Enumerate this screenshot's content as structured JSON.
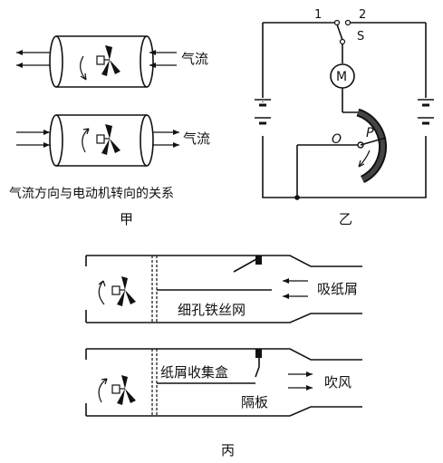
{
  "panel_jia": {
    "airflow_top": "气流",
    "airflow_bottom": "气流",
    "caption": "气流方向与电动机转向的关系",
    "label": "甲"
  },
  "panel_yi": {
    "switch_contact_1": "1",
    "switch_contact_2": "2",
    "switch_label": "S",
    "motor_label": "M",
    "pivot_label": "O",
    "contact_label": "P",
    "label": "乙"
  },
  "panel_bing": {
    "suction_label": "吸纸屑",
    "mesh_label": "细孔铁丝网",
    "collector_label": "纸屑收集盒",
    "blow_label": "吹风",
    "baffle_label": "隔板",
    "label": "丙"
  }
}
